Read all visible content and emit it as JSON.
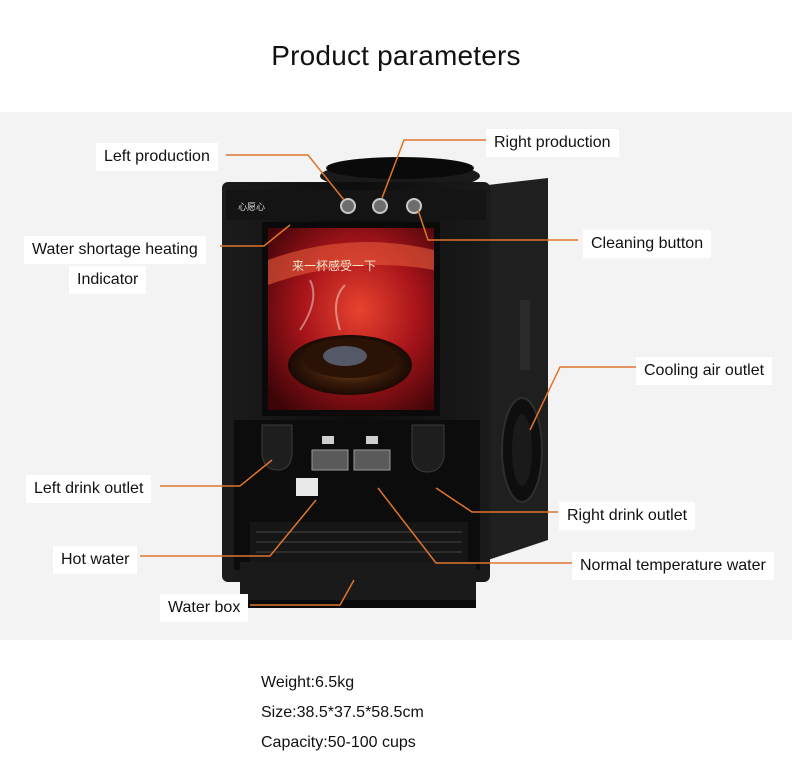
{
  "title": "Product parameters",
  "brand_text": "心愿心",
  "poster_text": "来一杯感受一下",
  "labels": {
    "left_production": "Left production",
    "right_production": "Right production",
    "water_shortage_line1": "Water shortage heating",
    "water_shortage_line2": "Indicator",
    "cleaning_button": "Cleaning button",
    "cooling_air_outlet": "Cooling air outlet",
    "left_drink_outlet": "Left drink outlet",
    "right_drink_outlet": "Right drink outlet",
    "hot_water": "Hot water",
    "normal_temperature_water": "Normal temperature water",
    "water_box": "Water box"
  },
  "specs": {
    "weight": "Weight:6.5kg",
    "size": "Size:38.5*37.5*58.5cm",
    "capacity": "Capacity:50-100 cups"
  },
  "colors": {
    "callout_line": "#e0742c",
    "machine_body": "#121212",
    "poster_red": "#b3171b"
  }
}
